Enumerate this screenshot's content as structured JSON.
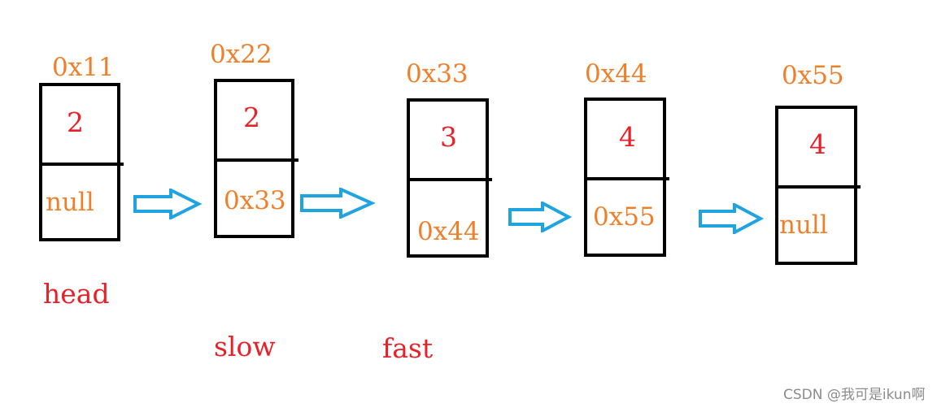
{
  "colors": {
    "address": "#f07f2a",
    "value": "#e82128",
    "pointer_label": "#e82128",
    "box": "#000000",
    "arrow": "#20a4e0",
    "watermark": "#8c8c8c"
  },
  "nodes": [
    {
      "address": "0x11",
      "value": "2",
      "next": "null",
      "next_color": "address"
    },
    {
      "address": "0x22",
      "value": "2",
      "next": "0x33",
      "next_color": "address"
    },
    {
      "address": "0x33",
      "value": "3",
      "next": "0x44",
      "next_color": "address"
    },
    {
      "address": "0x44",
      "value": "4",
      "next": "0x55",
      "next_color": "address"
    },
    {
      "address": "0x55",
      "value": "4",
      "next": "null",
      "next_color": "address"
    }
  ],
  "pointers": {
    "head": "head",
    "slow": "slow",
    "fast": "fast"
  },
  "arrows": [
    {
      "icon": "right-arrow-icon"
    },
    {
      "icon": "right-arrow-icon"
    },
    {
      "icon": "right-arrow-icon"
    },
    {
      "icon": "right-arrow-icon"
    }
  ],
  "watermark": "CSDN @我可是ikun啊"
}
